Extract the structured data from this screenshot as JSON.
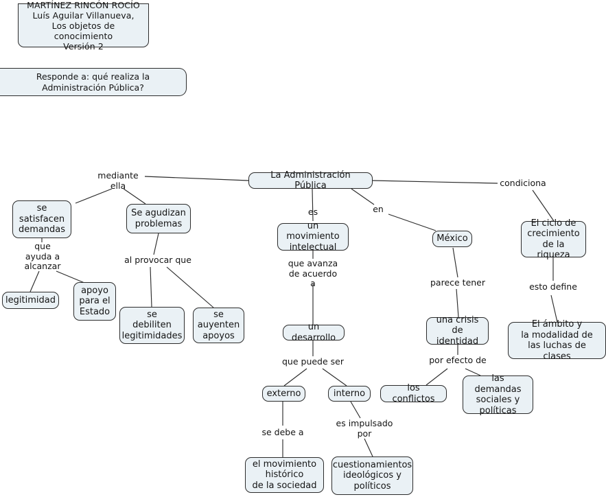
{
  "document": {
    "title": "MARTÍNEZ RINCÓN ROCÍO\nLuís Aguilar Villanueva,\nLos objetos de conocimiento\nVersión 2",
    "focus_question": "Responde a: qué realiza la Administración Pública?"
  },
  "colors": {
    "node_fill": "#eaf1f5",
    "node_border": "#2b2b2b",
    "edge": "#2b2b2b",
    "text": "#141414",
    "background": "#ffffff"
  },
  "nodes": [
    {
      "id": "header",
      "text": "MARTÍNEZ RINCÓN ROCÍO\nLuís Aguilar Villanueva,\nLos objetos de conocimiento\nVersión 2"
    },
    {
      "id": "question",
      "text": "Responde a: qué realiza la Administración Pública?"
    },
    {
      "id": "admin-publica",
      "text": "La Administración Pública"
    },
    {
      "id": "satisfacen",
      "text": "se\nsatisfacen\ndemandas"
    },
    {
      "id": "legitimidad",
      "text": "legitimidad"
    },
    {
      "id": "apoyo-estado",
      "text": "apoyo\npara el\nEstado"
    },
    {
      "id": "agudizan",
      "text": "Se agudizan\nproblemas"
    },
    {
      "id": "debiliten",
      "text": "se\ndebiliten\nlegitimidades"
    },
    {
      "id": "auyenten",
      "text": "se\nauyenten\napoyos"
    },
    {
      "id": "movimiento",
      "text": "un movimiento\nintelectual"
    },
    {
      "id": "desarrollo",
      "text": "un desarrollo"
    },
    {
      "id": "externo",
      "text": "externo"
    },
    {
      "id": "interno",
      "text": "interno"
    },
    {
      "id": "mov-historico",
      "text": "el movimiento\nhistórico\nde la sociedad"
    },
    {
      "id": "cuestionamientos",
      "text": "cuestionamientos\nideológicos y\npolíticos"
    },
    {
      "id": "mexico",
      "text": "México"
    },
    {
      "id": "crisis",
      "text": "una crisis\nde identidad"
    },
    {
      "id": "conflictos",
      "text": "los conflictos"
    },
    {
      "id": "demandas",
      "text": "las demandas\nsociales y\npolíticas"
    },
    {
      "id": "ciclo",
      "text": "El ciclo de\ncrecimiento\nde la riqueza"
    },
    {
      "id": "ambito",
      "text": "El ámbito y\nla modalidad de\nlas luchas de clases"
    }
  ],
  "link_labels": [
    {
      "id": "mediante-ella",
      "text": "mediante\nella"
    },
    {
      "id": "que-ayuda",
      "text": "que\nayuda a\nalcanzar"
    },
    {
      "id": "al-provocar",
      "text": "al provocar que"
    },
    {
      "id": "es",
      "text": "es"
    },
    {
      "id": "que-avanza",
      "text": "que avanza\nde acuerdo\na"
    },
    {
      "id": "que-puede-ser",
      "text": "que puede ser"
    },
    {
      "id": "se-debe-a",
      "text": "se debe a"
    },
    {
      "id": "es-impulsado-por",
      "text": "es impulsado\npor"
    },
    {
      "id": "en",
      "text": "en"
    },
    {
      "id": "parece-tener",
      "text": "parece tener"
    },
    {
      "id": "por-efecto-de",
      "text": "por efecto de"
    },
    {
      "id": "condiciona",
      "text": "condiciona"
    },
    {
      "id": "esto-define",
      "text": "esto define"
    }
  ]
}
